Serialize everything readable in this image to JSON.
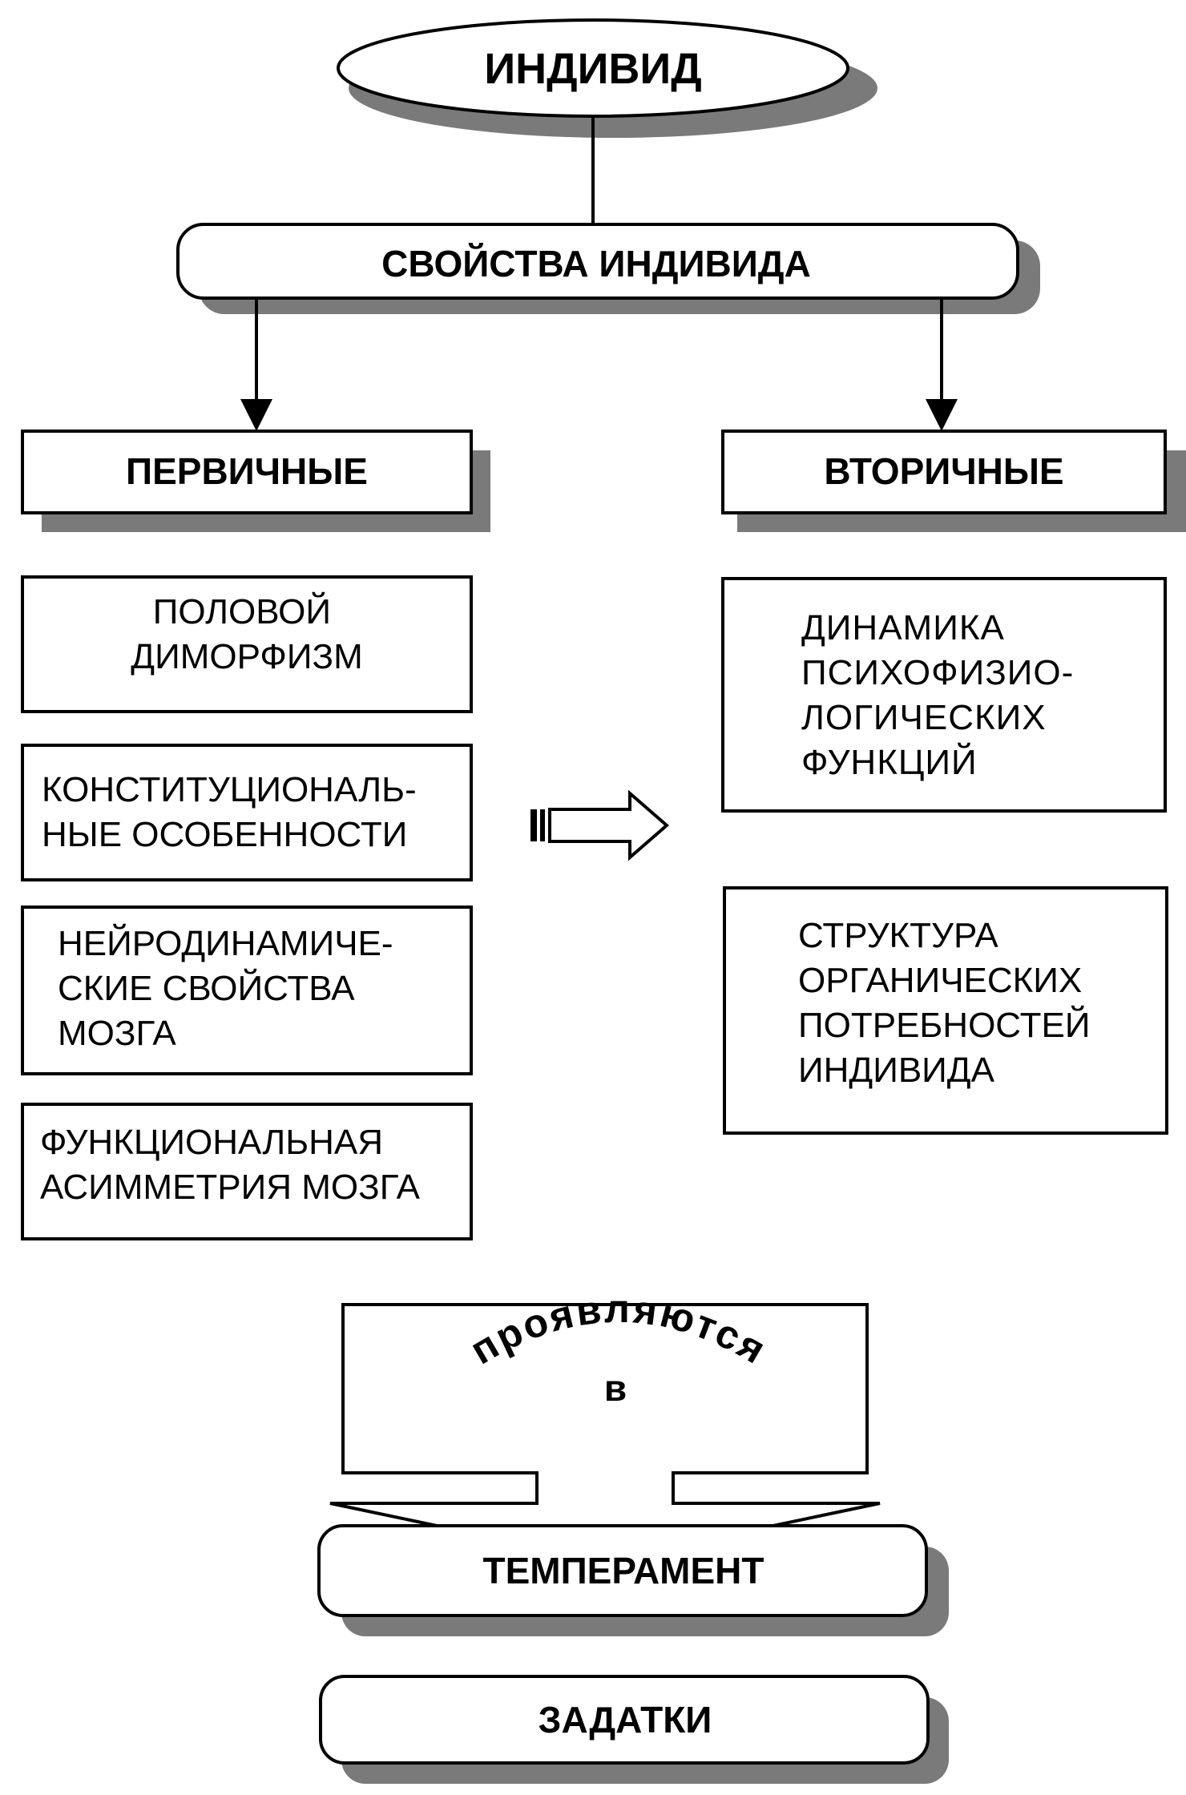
{
  "root": {
    "label": "ИНДИВИД"
  },
  "properties": {
    "label": "СВОЙСТВА ИНДИВИДА"
  },
  "primary": {
    "label": "ПЕРВИЧНЫЕ",
    "items": [
      {
        "lines": [
          "ПОЛОВОЙ",
          "ДИМОРФИЗМ"
        ]
      },
      {
        "lines": [
          "КОНСТИТУЦИОНАЛЬ-",
          "НЫЕ  ОСОБЕННОСТИ"
        ]
      },
      {
        "lines": [
          "НЕЙРОДИНАМИЧЕ-",
          "СКИЕ  СВОЙСТВА",
          "МОЗГА"
        ]
      },
      {
        "lines": [
          "ФУНКЦИОНАЛЬНАЯ",
          "АСИММЕТРИЯ МОЗГА"
        ]
      }
    ]
  },
  "secondary": {
    "label": "ВТОРИЧНЫЕ",
    "items": [
      {
        "lines": [
          "ДИНАМИКА",
          "ПСИХОФИЗИО-",
          "ЛОГИЧЕСКИХ",
          "ФУНКЦИЙ"
        ]
      },
      {
        "lines": [
          "СТРУКТУРА",
          "ОРГАНИЧЕСКИХ",
          "ПОТРЕБНОСТЕЙ",
          "ИНДИВИДА"
        ]
      }
    ]
  },
  "manifest": {
    "arc_text": "проявляются",
    "line2": "в"
  },
  "outcomes": [
    {
      "label": "ТЕМПЕРАМЕНТ"
    },
    {
      "label": "ЗАДАТКИ"
    }
  ]
}
